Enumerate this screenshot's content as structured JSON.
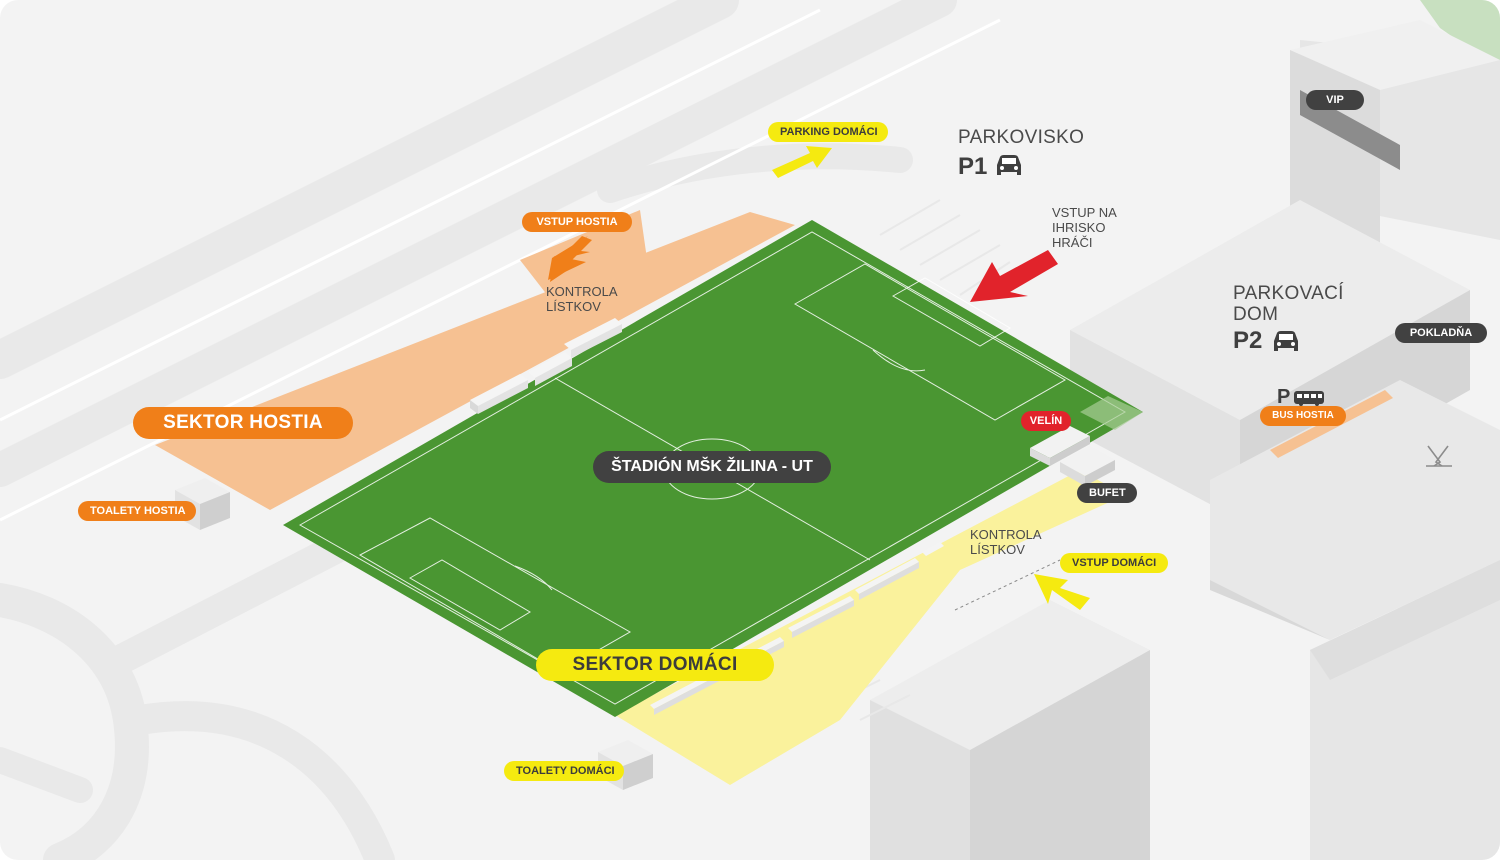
{
  "stadium": {
    "name": "ŠTADIÓN MŠK ŽILINA - UT"
  },
  "sectors": {
    "away": "SEKTOR HOSTIA",
    "home": "SEKTOR DOMÁCI"
  },
  "entrances": {
    "away": "VSTUP HOSTIA",
    "home": "VSTUP DOMÁCI",
    "players": [
      "VSTUP NA",
      "IHRISKO",
      "HRÁČI"
    ]
  },
  "ticket_control": {
    "away": [
      "KONTROLA",
      "LÍSTKOV"
    ],
    "home": [
      "KONTROLA",
      "LÍSTKOV"
    ]
  },
  "toilets": {
    "away": "TOALETY HOSTIA",
    "home": "TOALETY DOMÁCI"
  },
  "parking": {
    "home": "PARKING DOMÁCI",
    "p1": {
      "title": "PARKOVISKO",
      "code": "P1"
    },
    "p2": {
      "title": [
        "PARKOVACÍ",
        "DOM"
      ],
      "code": "P2"
    },
    "bus": {
      "code": "P",
      "label": "BUS HOSTIA"
    }
  },
  "facilities": {
    "vip": "VIP",
    "ticket_office": "POKLADŇA",
    "control_room": "VELÍN",
    "buffet": "BUFET"
  },
  "icons": [
    "car-icon",
    "car-icon",
    "bus-icon",
    "hockey-sticks-icon"
  ],
  "colors": {
    "pitch": "#4a9632",
    "away": "#f07f19",
    "away_area": "#f6c192",
    "home": "#f5ea10",
    "home_area": "#faf29c",
    "red": "#e1232b",
    "dark": "#414141"
  }
}
